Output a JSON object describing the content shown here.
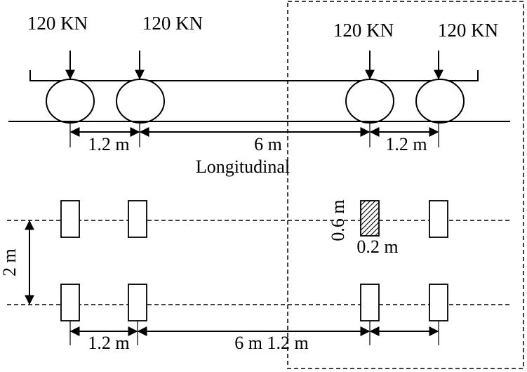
{
  "loads": [
    {
      "label": "120 KN"
    },
    {
      "label": "120 KN"
    },
    {
      "label": "120 KN"
    },
    {
      "label": "120 KN"
    }
  ],
  "elevation": {
    "spacings": [
      "1.2 m",
      "6 m",
      "1.2 m"
    ],
    "caption": "Longitudinal"
  },
  "plan": {
    "tyre_height": "0.6 m",
    "tyre_width": "0.2 m",
    "track_width": "2 m",
    "spacing_left": "1.2 m",
    "spacing_middle": "6 m 1.2 m"
  }
}
